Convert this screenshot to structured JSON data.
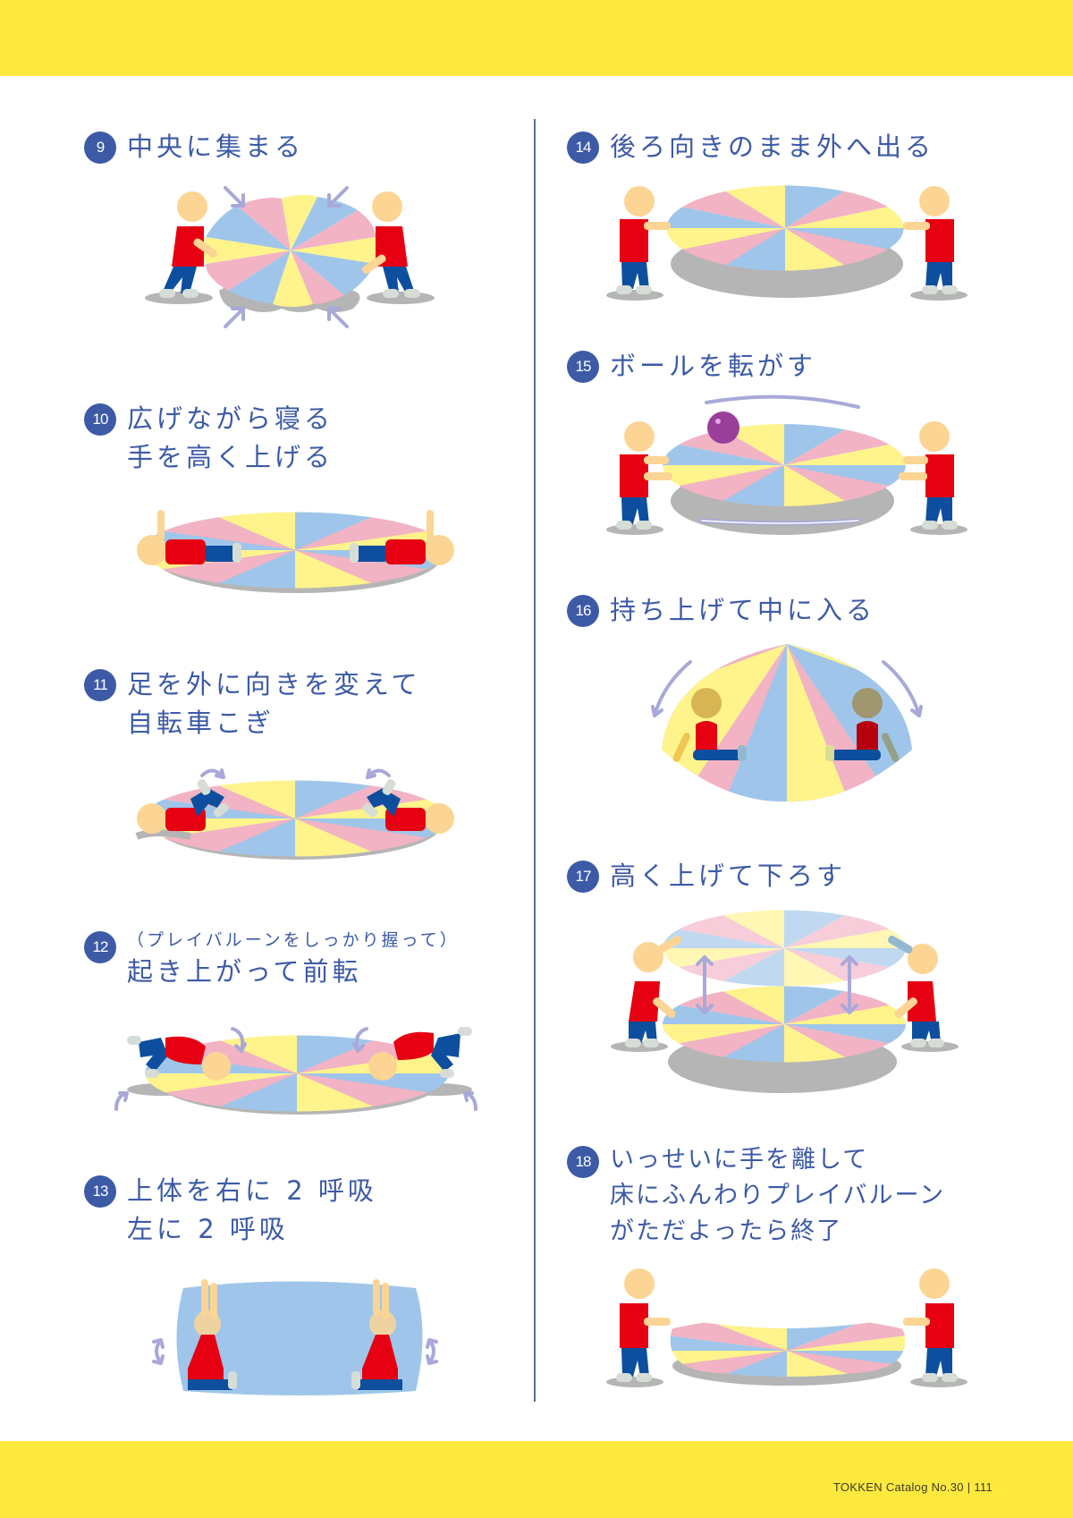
{
  "page": {
    "footer": "TOKKEN Catalog No.30 | 111",
    "colors": {
      "band_yellow": "#ffe93f",
      "title_blue": "#3c5aa6",
      "divider": "#5c6f9c",
      "chute_pink": "#f2b3c4",
      "chute_yellow": "#fff38c",
      "chute_blue": "#9fc6ea",
      "shirt_red": "#e60012",
      "pants_blue": "#0d4f9e",
      "skin": "#fcd594",
      "shadow_gray": "#b5b5b5",
      "arrow_lavender": "#a8a9d8",
      "ball_purple": "#9a3f99"
    }
  },
  "steps": [
    {
      "num": "9",
      "lines": [
        "中央に集まる"
      ],
      "illustration": "two-children-gathering-parachute-to-center"
    },
    {
      "num": "10",
      "lines": [
        "広げながら寝る",
        "手を高く上げる"
      ],
      "illustration": "children-lying-on-parachute-arms-raised"
    },
    {
      "num": "11",
      "lines": [
        "足を外に向きを変えて",
        "自転車こぎ"
      ],
      "illustration": "children-pedaling-legs-on-parachute"
    },
    {
      "num": "12",
      "lines": [
        "（プレイバルーンをしっかり握って）",
        "起き上がって前転"
      ],
      "illustration": "children-forward-roll-on-parachute"
    },
    {
      "num": "13",
      "lines": [
        "上体を右に 2 呼吸",
        "左に 2 呼吸"
      ],
      "illustration": "children-sitting-twisting-under-parachute"
    },
    {
      "num": "14",
      "lines": [
        "後ろ向きのまま外へ出る"
      ],
      "illustration": "children-holding-parachute-walking-out"
    },
    {
      "num": "15",
      "lines": [
        "ボールを転がす"
      ],
      "illustration": "children-rolling-ball-on-parachute"
    },
    {
      "num": "16",
      "lines": [
        "持ち上げて中に入る"
      ],
      "illustration": "children-inside-parachute-dome"
    },
    {
      "num": "17",
      "lines": [
        "高く上げて下ろす"
      ],
      "illustration": "children-raising-and-lowering-parachute"
    },
    {
      "num": "18",
      "lines": [
        "いっせいに手を離して",
        "床にふんわりプレイバルーン",
        "がただよったら終了"
      ],
      "illustration": "parachute-floating-to-floor"
    }
  ]
}
